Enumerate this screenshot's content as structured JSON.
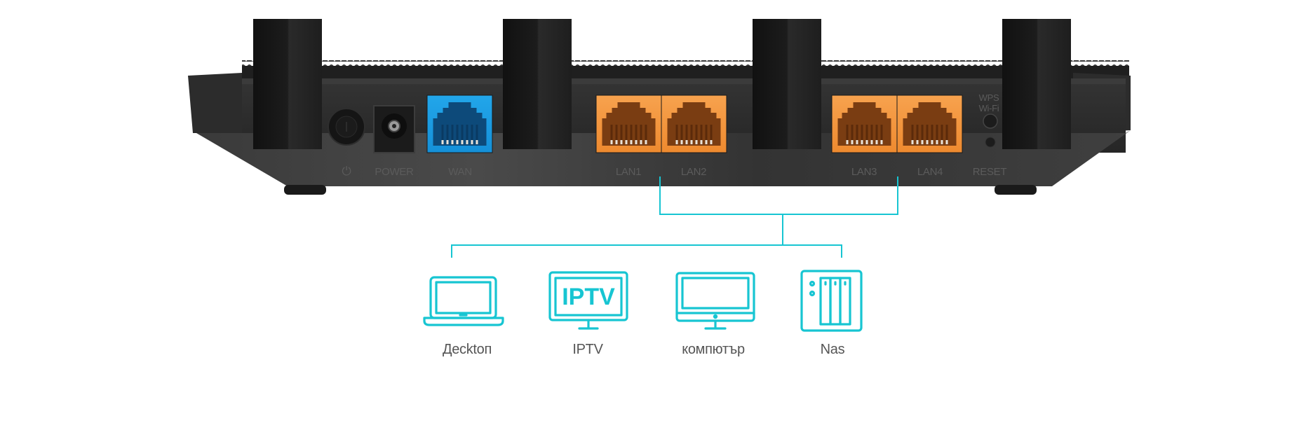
{
  "figure": {
    "subject": "Wi-Fi router rear panel with wired device connections",
    "colors": {
      "router_body": "#2b2b2b",
      "wan_port": "#1a9be0",
      "lan_port": "#f2923a",
      "connector_line": "#17c5d2",
      "icon_stroke": "#17c5d2",
      "port_label_text": "#5b5b5b",
      "device_label_text": "#555555"
    }
  },
  "router": {
    "buttons": [
      {
        "label": "⏻",
        "icon": "power-button-icon"
      },
      {
        "label": "POWER",
        "icon": "dc-power-jack-icon"
      }
    ],
    "ports": [
      {
        "label": "WAN",
        "type": "wan"
      },
      {
        "label": "LAN1",
        "type": "lan"
      },
      {
        "label": "LAN2",
        "type": "lan"
      },
      {
        "label": "LAN3",
        "type": "lan"
      },
      {
        "label": "LAN4",
        "type": "lan"
      }
    ],
    "wps_label_line1": "WPS",
    "wps_label_line2": "Wi-Fi",
    "reset_label": "RESET",
    "antenna_count": 4
  },
  "connections": {
    "from_ports": [
      "LAN1",
      "LAN4"
    ],
    "to_devices": [
      "Деcktоп",
      "IPTV",
      "компютър",
      "Nas"
    ]
  },
  "devices": [
    {
      "label": "Деcktоп",
      "icon": "laptop-icon"
    },
    {
      "label": "IPTV",
      "icon": "iptv-monitor-icon",
      "screen_text": "IPTV"
    },
    {
      "label": "компютър",
      "icon": "desktop-computer-icon"
    },
    {
      "label": "Nas",
      "icon": "nas-storage-icon"
    }
  ]
}
